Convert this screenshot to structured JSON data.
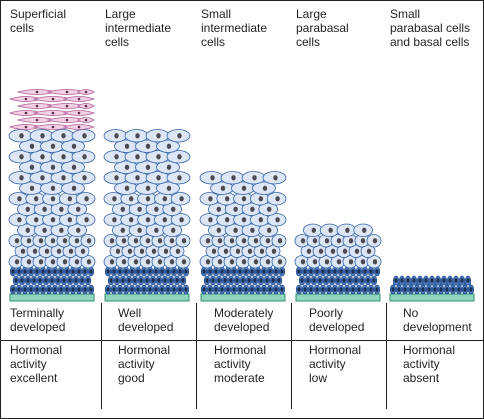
{
  "columns": [
    {
      "heading": "Superficial\ncells",
      "development": "Terminally\ndeveloped",
      "hormonal_activity": "Hormonal\nactivity\nexcellent",
      "pink_layers": 6,
      "blue_layers": 13,
      "basal_layers": 3
    },
    {
      "heading": "Large\nintermediate\ncells",
      "development": "Well\ndeveloped",
      "hormonal_activity": "Hormonal\nactivity\ngood",
      "pink_layers": 0,
      "blue_layers": 13,
      "basal_layers": 3
    },
    {
      "heading": "Small\nintermediate\ncells",
      "development": "Moderately\ndeveloped",
      "hormonal_activity": "Hormonal\nactivity\nmoderate",
      "pink_layers": 0,
      "blue_layers": 9,
      "basal_layers": 3
    },
    {
      "heading": "Large\nparabasal\ncells",
      "development": "Poorly\ndeveloped",
      "hormonal_activity": "Hormonal\nactivity\nlow",
      "pink_layers": 0,
      "blue_layers": 4,
      "basal_layers": 3
    },
    {
      "heading": "Small\nparabasal cells\nand basal cells",
      "development": "No\ndevelopment",
      "hormonal_activity": "Hormonal\nactivity\nabsent",
      "pink_layers": 0,
      "blue_layers": 0,
      "basal_layers": 2
    }
  ],
  "colors": {
    "superficial_fill": "#f2cfe3",
    "superficial_stroke": "#b0609a",
    "cell_fill": "#dde6f5",
    "cell_stroke": "#3565a8",
    "basal_fill": "#4d7cc0",
    "basal_stroke": "#1f4a8a",
    "nucleus": "#4a4a4f",
    "membrane_fill": "#8fd6bd",
    "membrane_stroke": "#2f8f6d"
  }
}
